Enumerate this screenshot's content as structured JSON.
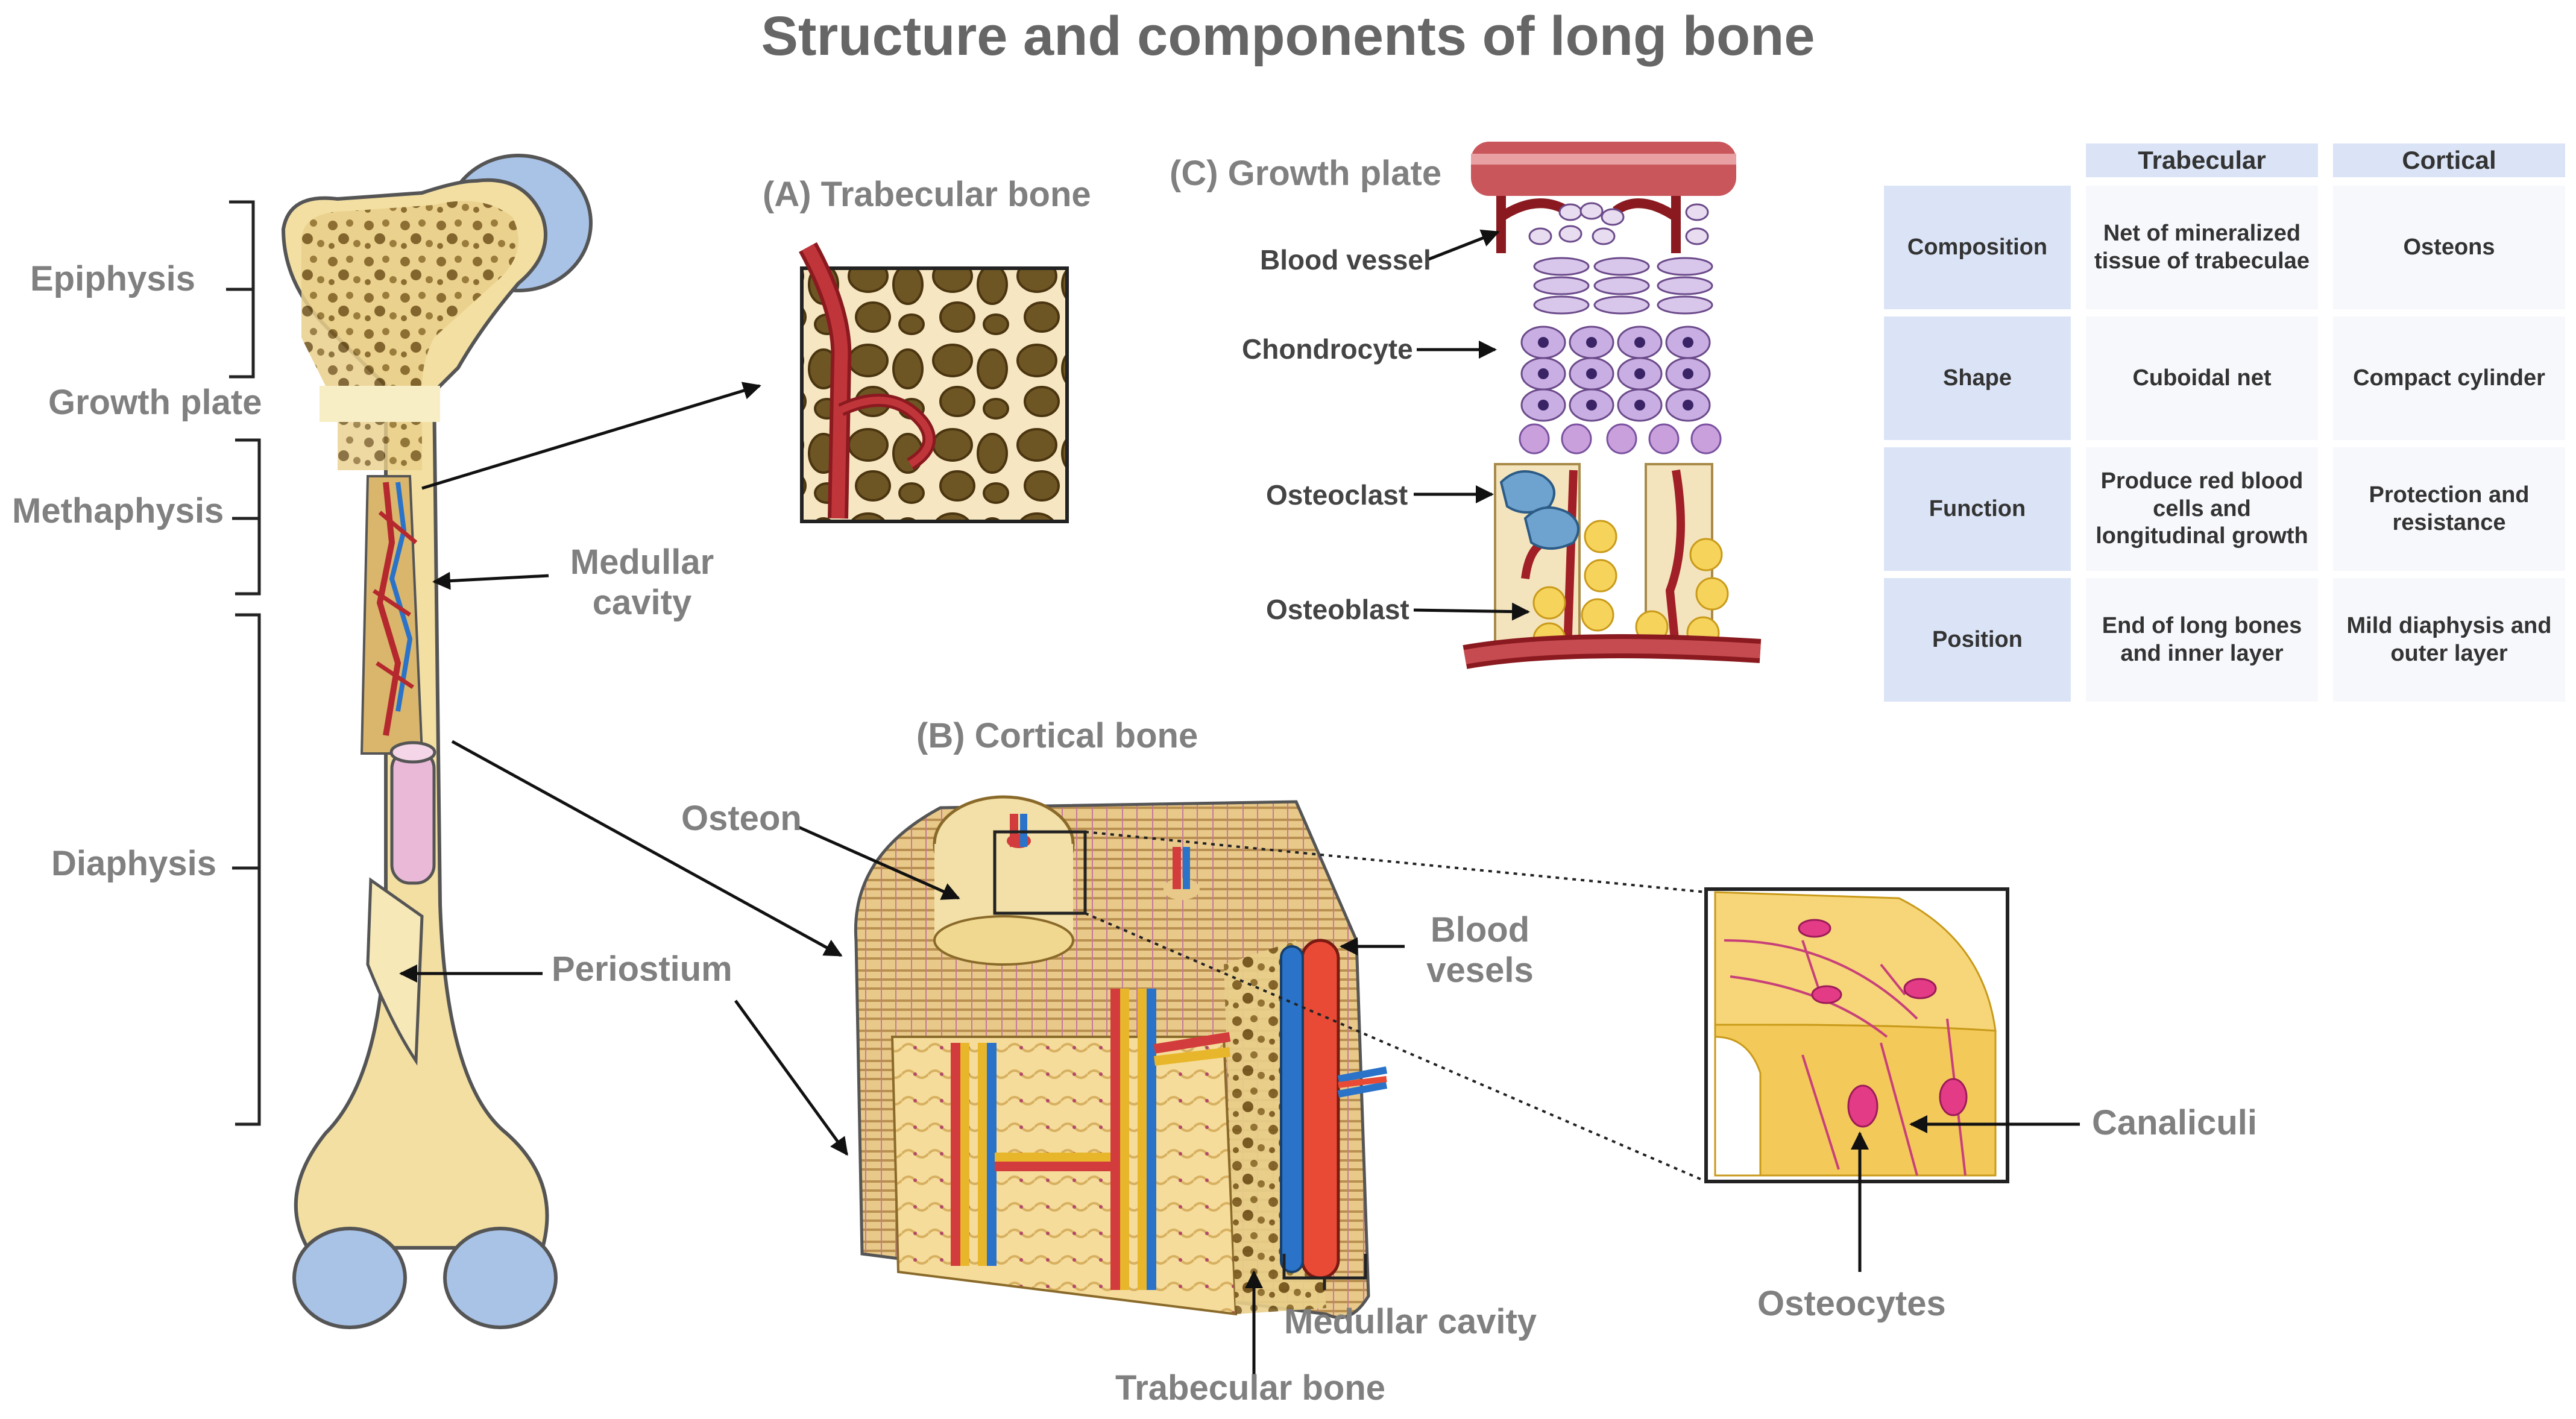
{
  "title": "Structure and components of long bone",
  "bone_labels": {
    "epiphysis": "Epiphysis",
    "growth_plate": "Growth plate",
    "metaphysis": "Methaphysis",
    "diaphysis": "Diaphysis",
    "medullar_cavity": "Medullar cavity",
    "periostium": "Periostium"
  },
  "panel_a": {
    "title": "(A) Trabecular bone"
  },
  "panel_b": {
    "title": "(B) Cortical bone",
    "osteon": "Osteon",
    "blood_vesels": "Blood vesels",
    "canaliculi": "Canaliculi",
    "osteocytes": "Osteocytes",
    "medullar_cavity": "Medullar cavity",
    "trabecular_bone": "Trabecular bone"
  },
  "panel_c": {
    "title": "(C) Growth plate",
    "blood_vessel": "Blood vessel",
    "chondrocyte": "Chondrocyte",
    "osteoclast": "Osteoclast",
    "osteoblast": "Osteoblast"
  },
  "table": {
    "columns": [
      "Trabecular",
      "Cortical"
    ],
    "rows": [
      {
        "label": "Composition",
        "trabecular": "Net of mineralized tissue of trabeculae",
        "cortical": "Osteons"
      },
      {
        "label": "Shape",
        "trabecular": "Cuboidal net",
        "cortical": "Compact cylinder"
      },
      {
        "label": "Function",
        "trabecular": "Produce red blood cells and longitudinal growth",
        "cortical": "Protection and resistance"
      },
      {
        "label": "Position",
        "trabecular": "End of long bones and inner layer",
        "cortical": "Mild diaphysis and outer layer"
      }
    ]
  },
  "colors": {
    "bone": "#f3dfa2",
    "bone_dark": "#c9a75a",
    "cartilage": "#a9c3e6",
    "vessel_red": "#b5282e",
    "vessel_blue": "#2a73c9",
    "chondrocyte": "#b59ad3",
    "table_header": "#dbe4f6",
    "label_gray": "#808080"
  }
}
